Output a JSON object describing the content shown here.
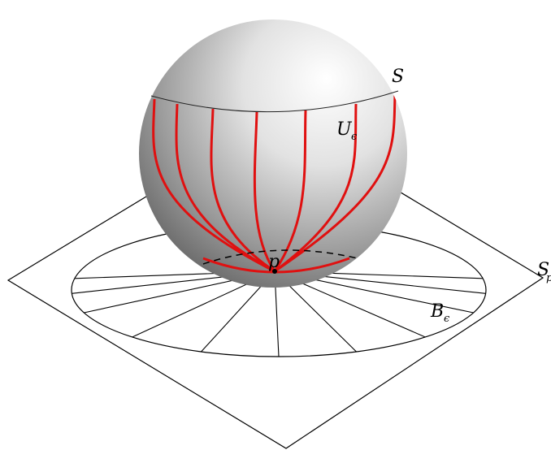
{
  "diagram": {
    "labels": {
      "sphere": "S",
      "cap_region": "U",
      "cap_region_subscript": "ϵ",
      "point": "p",
      "plane": "S",
      "plane_subscript": "p",
      "disk": "B",
      "disk_subscript": "ϵ"
    },
    "colors": {
      "meridians": "#e01010",
      "lines": "#000000",
      "sphere_light": "#ffffff",
      "sphere_dark": "#555555"
    }
  }
}
